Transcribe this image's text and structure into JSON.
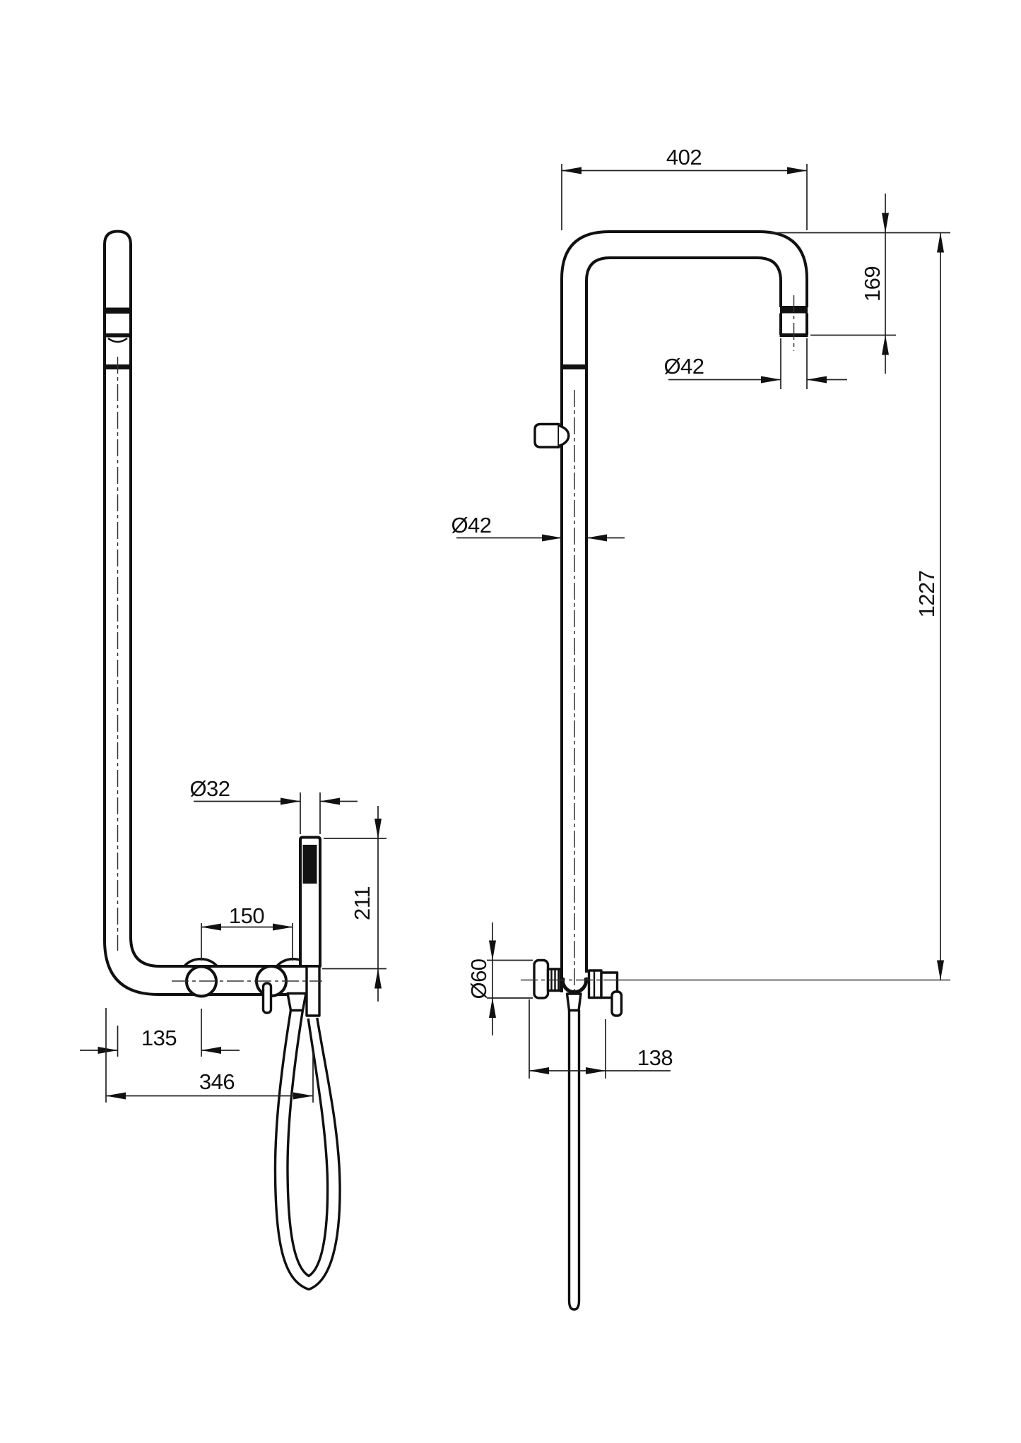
{
  "drawing": {
    "type": "technical-dimension-drawing",
    "subject": "wall-mounted shower column with bath mixer and hand shower, side view and front view",
    "background_color": "#ffffff",
    "line_color": "#111111",
    "dimensions": {
      "arm_width": {
        "label": "402",
        "value": 402,
        "unit": "mm",
        "orientation": "horizontal"
      },
      "arm_drop": {
        "label": "169",
        "value": 169,
        "unit": "mm",
        "orientation": "vertical"
      },
      "outlet_diameter": {
        "label": "Ø42",
        "value": 42,
        "unit": "mm",
        "orientation": "horizontal"
      },
      "column_diameter": {
        "label": "Ø42",
        "value": 42,
        "unit": "mm",
        "orientation": "horizontal"
      },
      "total_height": {
        "label": "1227",
        "value": 1227,
        "unit": "mm",
        "orientation": "vertical"
      },
      "handshower_diameter": {
        "label": "Ø32",
        "value": 32,
        "unit": "mm",
        "orientation": "horizontal"
      },
      "handshower_length": {
        "label": "211",
        "value": 211,
        "unit": "mm",
        "orientation": "vertical"
      },
      "valve_spacing": {
        "label": "150",
        "value": 150,
        "unit": "mm",
        "orientation": "horizontal"
      },
      "column_offset": {
        "label": "135",
        "value": 135,
        "unit": "mm",
        "orientation": "horizontal"
      },
      "reach": {
        "label": "346",
        "value": 346,
        "unit": "mm",
        "orientation": "horizontal"
      },
      "flange_diameter": {
        "label": "Ø60",
        "value": 60,
        "unit": "mm",
        "orientation": "vertical"
      },
      "bracket_depth": {
        "label": "138",
        "value": 138,
        "unit": "mm",
        "orientation": "horizontal"
      }
    }
  }
}
